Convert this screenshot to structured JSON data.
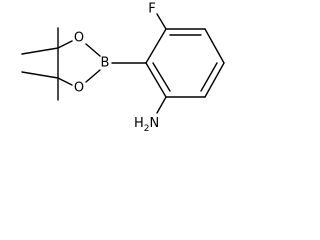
{
  "molecule": {
    "atoms": {
      "fluorine": "F",
      "boron": "B",
      "oxygen_upper": "O",
      "oxygen_lower": "O",
      "amine_n": "N",
      "amine_h": "H",
      "amine_h_count": "2"
    }
  }
}
